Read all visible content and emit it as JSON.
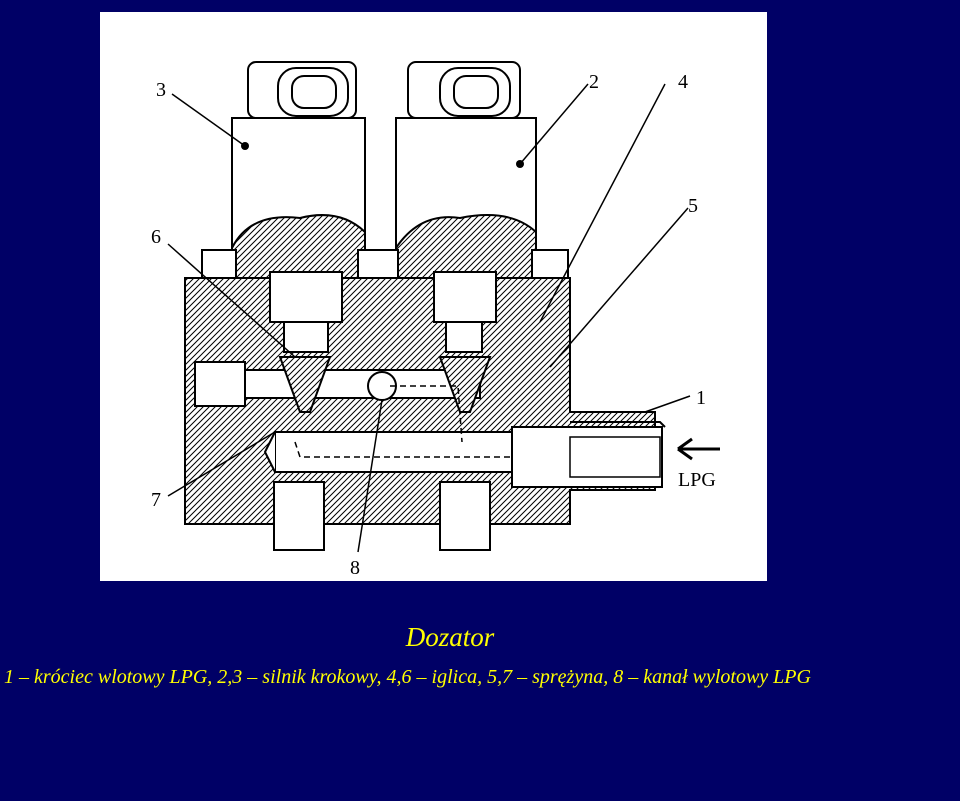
{
  "diagram": {
    "callouts": [
      "1",
      "2",
      "3",
      "4",
      "5",
      "6",
      "7",
      "8"
    ],
    "arrow_label": "LPG"
  },
  "title": "Dozator",
  "caption": "1 – króciec wlotowy LPG, 2,3 – silnik krokowy, 4,6 – iglica, 5,7 – sprężyna, 8 – kanał wylotowy LPG",
  "colors": {
    "background": "#000066",
    "text": "#ffff00",
    "diagram_bg": "#ffffff"
  }
}
